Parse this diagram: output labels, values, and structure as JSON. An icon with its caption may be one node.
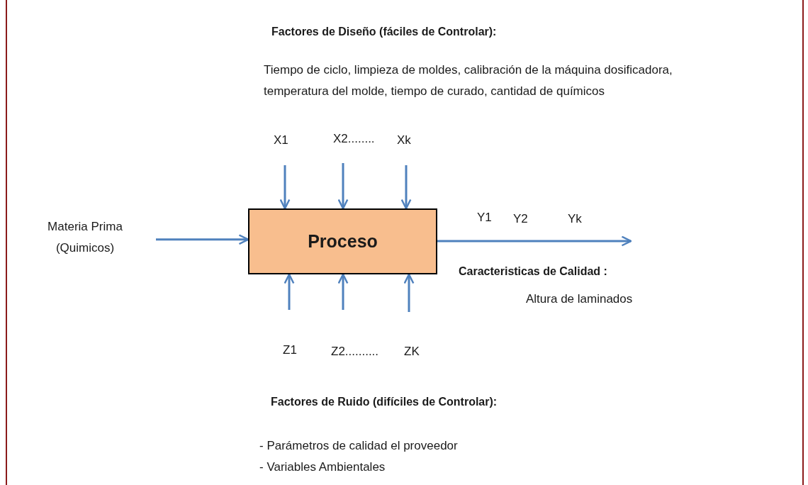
{
  "diagram": {
    "nodes": [
      {
        "text": [
          "Proceso"
        ]
      },
      {
        "text": [
          "Materia Prima (Quimicos)"
        ]
      }
    ],
    "edges": [
      {
        "from": 1,
        "to": 0,
        "arrow": "to"
      },
      {
        "from": null,
        "to": 0,
        "arrow": "to"
      },
      {
        "from": null,
        "to": 0,
        "arrow": "to"
      },
      {
        "from": null,
        "to": 0,
        "arrow": "to"
      },
      {
        "from": 0,
        "to": null,
        "arrow": "to"
      },
      {
        "from": null,
        "to": 0,
        "arrow": "to"
      },
      {
        "from": null,
        "to": 0,
        "arrow": "to"
      },
      {
        "from": null,
        "to": 0,
        "arrow": "to"
      }
    ],
    "labels": [
      "Factores de Diseño (fáciles de Controlar):",
      "Tiempo de ciclo, limpieza de moldes, calibración de la máquina dosificadora, temperatura del molde, tiempo de curado, cantidad de químicos",
      "X1",
      "X2........",
      "Xk",
      "Y1",
      "Y2",
      "Yk",
      "Caracteristicas de Calidad :",
      "Altura de laminados",
      "Z1",
      "Z2..........",
      "ZK",
      "Factores de Ruido (difíciles de Controlar):",
      "- Parámetros de calidad el proveedor",
      "- Variables Ambientales"
    ]
  }
}
